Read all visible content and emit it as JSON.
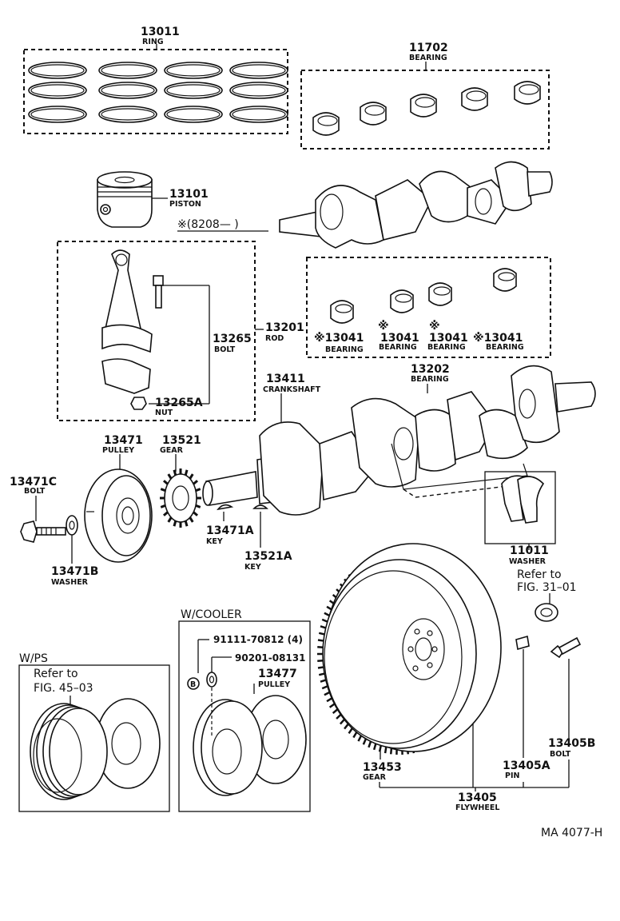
{
  "parts": {
    "ring": {
      "number": "13011",
      "name": "RING"
    },
    "bearing_main": {
      "number": "11702",
      "name": "BEARING"
    },
    "piston": {
      "number": "13101",
      "name": "PISTON"
    },
    "piston_note": "※(8208—      )",
    "rod": {
      "number": "13201",
      "name": "ROD"
    },
    "rod_bolt": {
      "number": "13265",
      "name": "BOLT"
    },
    "rod_nut": {
      "number": "13265A",
      "name": "NUT"
    },
    "rod_bearing_1": {
      "mark": "※",
      "number": "13041",
      "name": "BEARING"
    },
    "rod_bearing_2": {
      "mark": "※",
      "number": "13041",
      "name": "BEARING"
    },
    "rod_bearing_3": {
      "mark": "※",
      "number": "13041",
      "name": "BEARING"
    },
    "rod_bearing_4": {
      "mark": "※",
      "number": "13041",
      "name": "BEARING"
    },
    "crank_bearing": {
      "number": "13202",
      "name": "BEARING"
    },
    "crankshaft": {
      "number": "13411",
      "name": "CRANKSHAFT"
    },
    "pulley": {
      "number": "13471",
      "name": "PULLEY"
    },
    "gear": {
      "number": "13521",
      "name": "GEAR"
    },
    "pulley_bolt": {
      "number": "13471C",
      "name": "BOLT"
    },
    "key_a": {
      "number": "13471A",
      "name": "KEY"
    },
    "key_b": {
      "number": "13521A",
      "name": "KEY"
    },
    "washer_b": {
      "number": "13471B",
      "name": "WASHER"
    },
    "thrust_washer": {
      "number": "11011",
      "name": "WASHER"
    },
    "cooler_bolt": {
      "number": "91111-70812 (4)"
    },
    "cooler_washer": {
      "number": "90201-08131"
    },
    "cooler_pulley": {
      "number": "13477",
      "name": "PULLEY"
    },
    "flywheel_gear": {
      "number": "13453",
      "name": "GEAR"
    },
    "flywheel_pin": {
      "number": "13405A",
      "name": "PIN"
    },
    "flywheel_bolt": {
      "number": "13405B",
      "name": "BOLT"
    },
    "flywheel": {
      "number": "13405",
      "name": "FLYWHEEL"
    }
  },
  "notes": {
    "refer_fig31_line1": "Refer to",
    "refer_fig31_line2": "FIG. 31–01",
    "wps_title": "W/PS",
    "refer_fig45_line1": "Refer to",
    "refer_fig45_line2": "FIG. 45–03",
    "wcooler_title": "W/COOLER",
    "b_marker": "B",
    "drawing_code": "MA  4077-H"
  }
}
